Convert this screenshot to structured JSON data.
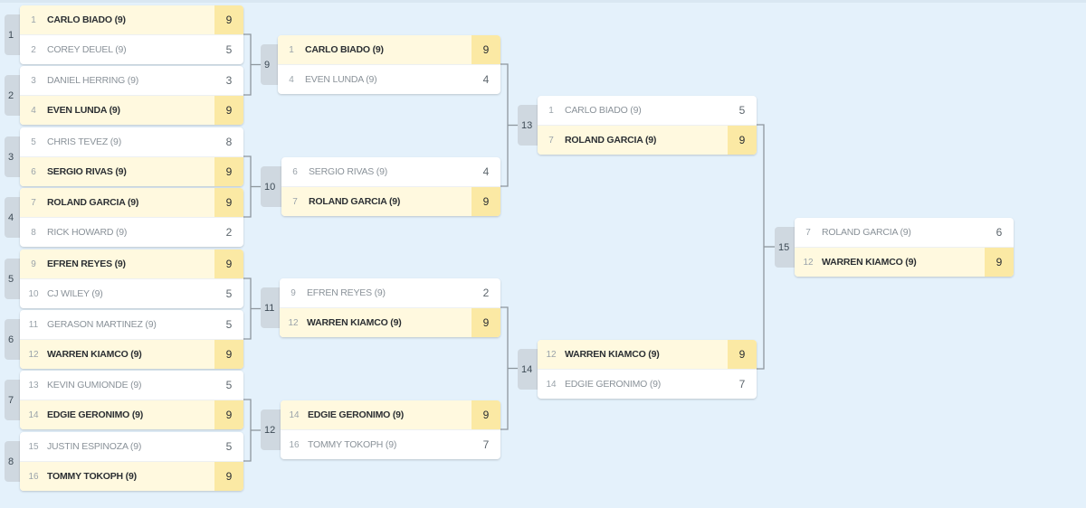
{
  "matches": [
    {
      "num": "1",
      "p": [
        {
          "seed": "1",
          "name": "CARLO BIADO (9)",
          "score": "9",
          "win": true
        },
        {
          "seed": "2",
          "name": "COREY DEUEL (9)",
          "score": "5",
          "win": false
        }
      ]
    },
    {
      "num": "2",
      "p": [
        {
          "seed": "3",
          "name": "DANIEL HERRING (9)",
          "score": "3",
          "win": false
        },
        {
          "seed": "4",
          "name": "EVEN LUNDA (9)",
          "score": "9",
          "win": true
        }
      ]
    },
    {
      "num": "3",
      "p": [
        {
          "seed": "5",
          "name": "CHRIS TEVEZ (9)",
          "score": "8",
          "win": false
        },
        {
          "seed": "6",
          "name": "SERGIO RIVAS (9)",
          "score": "9",
          "win": true
        }
      ]
    },
    {
      "num": "4",
      "p": [
        {
          "seed": "7",
          "name": "ROLAND GARCIA (9)",
          "score": "9",
          "win": true
        },
        {
          "seed": "8",
          "name": "RICK HOWARD (9)",
          "score": "2",
          "win": false
        }
      ]
    },
    {
      "num": "5",
      "p": [
        {
          "seed": "9",
          "name": "EFREN REYES (9)",
          "score": "9",
          "win": true
        },
        {
          "seed": "10",
          "name": "CJ WILEY (9)",
          "score": "5",
          "win": false
        }
      ]
    },
    {
      "num": "6",
      "p": [
        {
          "seed": "11",
          "name": "GERASON MARTINEZ (9)",
          "score": "5",
          "win": false
        },
        {
          "seed": "12",
          "name": "WARREN KIAMCO (9)",
          "score": "9",
          "win": true
        }
      ]
    },
    {
      "num": "7",
      "p": [
        {
          "seed": "13",
          "name": "KEVIN GUMIONDE (9)",
          "score": "5",
          "win": false
        },
        {
          "seed": "14",
          "name": "EDGIE GERONIMO (9)",
          "score": "9",
          "win": true
        }
      ]
    },
    {
      "num": "8",
      "p": [
        {
          "seed": "15",
          "name": "JUSTIN ESPINOZA (9)",
          "score": "5",
          "win": false
        },
        {
          "seed": "16",
          "name": "TOMMY TOKOPH (9)",
          "score": "9",
          "win": true
        }
      ]
    },
    {
      "num": "9",
      "p": [
        {
          "seed": "1",
          "name": "CARLO BIADO (9)",
          "score": "9",
          "win": true
        },
        {
          "seed": "4",
          "name": "EVEN LUNDA (9)",
          "score": "4",
          "win": false
        }
      ]
    },
    {
      "num": "10",
      "p": [
        {
          "seed": "6",
          "name": "SERGIO RIVAS (9)",
          "score": "4",
          "win": false
        },
        {
          "seed": "7",
          "name": "ROLAND GARCIA (9)",
          "score": "9",
          "win": true
        }
      ]
    },
    {
      "num": "11",
      "p": [
        {
          "seed": "9",
          "name": "EFREN REYES (9)",
          "score": "2",
          "win": false
        },
        {
          "seed": "12",
          "name": "WARREN KIAMCO (9)",
          "score": "9",
          "win": true
        }
      ]
    },
    {
      "num": "12",
      "p": [
        {
          "seed": "14",
          "name": "EDGIE GERONIMO (9)",
          "score": "9",
          "win": true
        },
        {
          "seed": "16",
          "name": "TOMMY TOKOPH (9)",
          "score": "7",
          "win": false
        }
      ]
    },
    {
      "num": "13",
      "p": [
        {
          "seed": "1",
          "name": "CARLO BIADO (9)",
          "score": "5",
          "win": false
        },
        {
          "seed": "7",
          "name": "ROLAND GARCIA (9)",
          "score": "9",
          "win": true
        }
      ]
    },
    {
      "num": "14",
      "p": [
        {
          "seed": "12",
          "name": "WARREN KIAMCO (9)",
          "score": "9",
          "win": true
        },
        {
          "seed": "14",
          "name": "EDGIE GERONIMO (9)",
          "score": "7",
          "win": false
        }
      ]
    },
    {
      "num": "15",
      "p": [
        {
          "seed": "7",
          "name": "ROLAND GARCIA (9)",
          "score": "6",
          "win": false
        },
        {
          "seed": "12",
          "name": "WARREN KIAMCO (9)",
          "score": "9",
          "win": true
        }
      ]
    }
  ]
}
